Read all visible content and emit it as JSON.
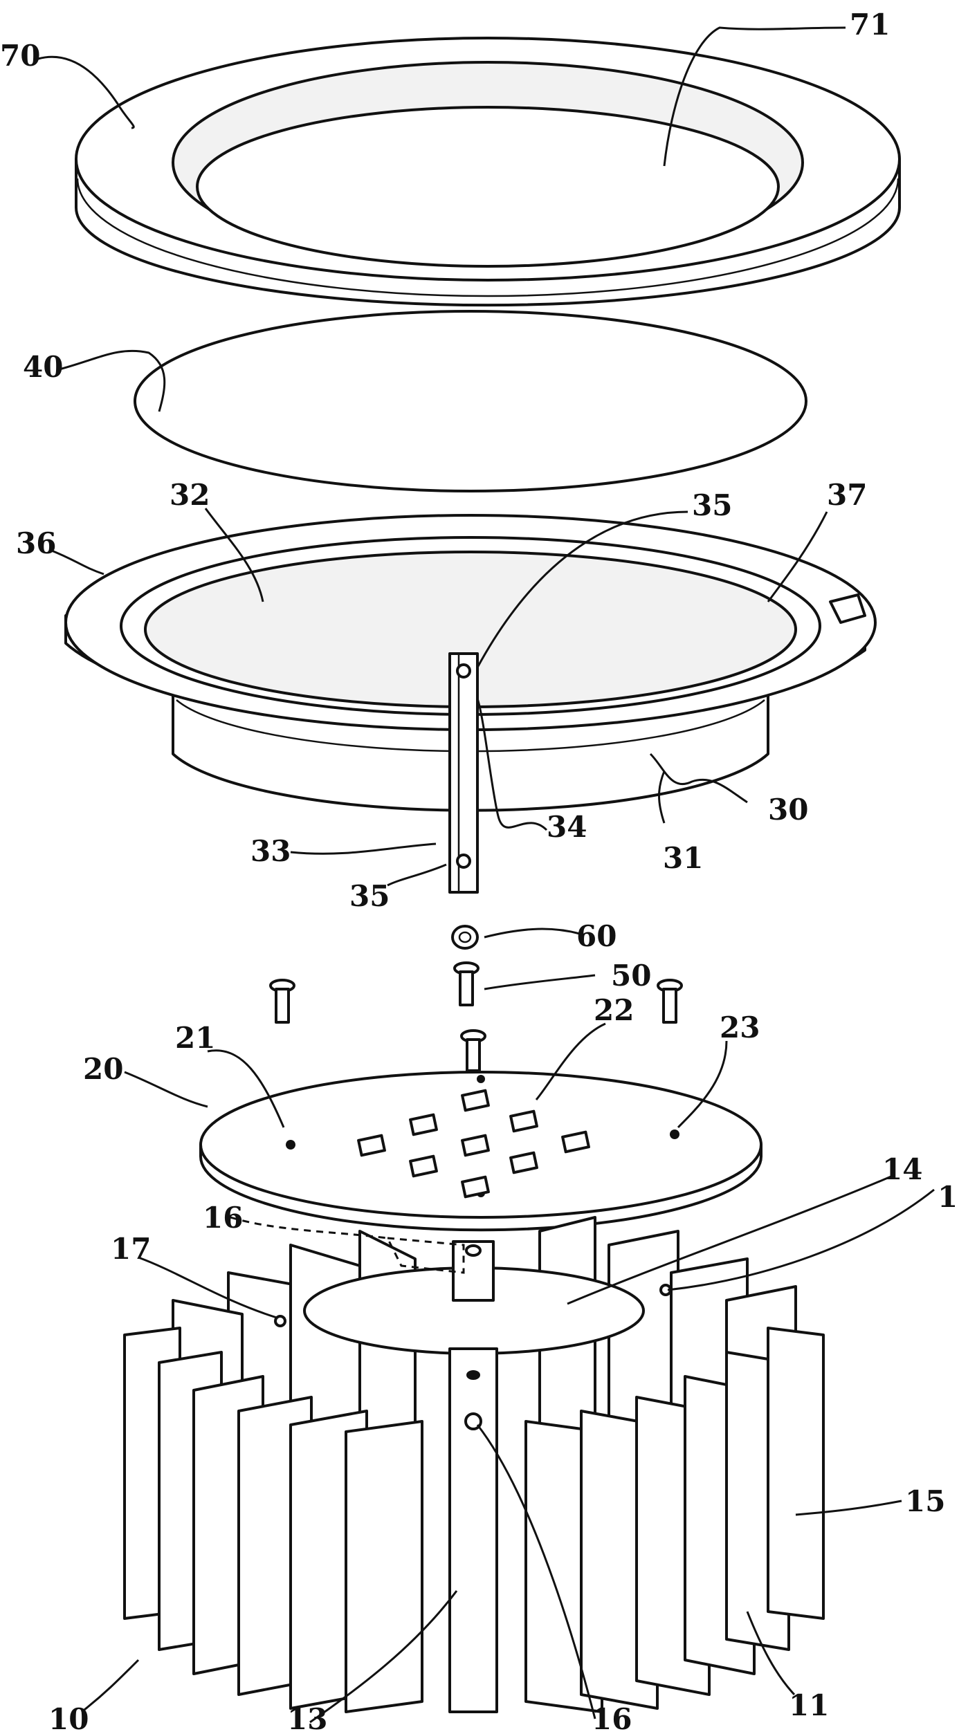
{
  "figure": {
    "labels": {
      "ring_70": "70",
      "ring_opening_71": "71",
      "lens_40": "40",
      "flange_36": "36",
      "inner_32": "32",
      "hole_35_top": "35",
      "edge_37": "37",
      "housing_30": "30",
      "bottom_31": "31",
      "rib_34": "34",
      "channel_33": "33",
      "hole_35_bottom": "35",
      "nut_60": "60",
      "screw_50": "50",
      "board_20": "20",
      "board_top_21": "21",
      "led_22": "22",
      "board_hole_23": "23",
      "top_plate_14": "14",
      "fin_1": "1",
      "hole_16_top": "16",
      "hole_17": "17",
      "fins_15": "15",
      "heatsink_10": "10",
      "post_13": "13",
      "hole_16_bottom": "16",
      "fin_bottom_11": "11"
    }
  }
}
